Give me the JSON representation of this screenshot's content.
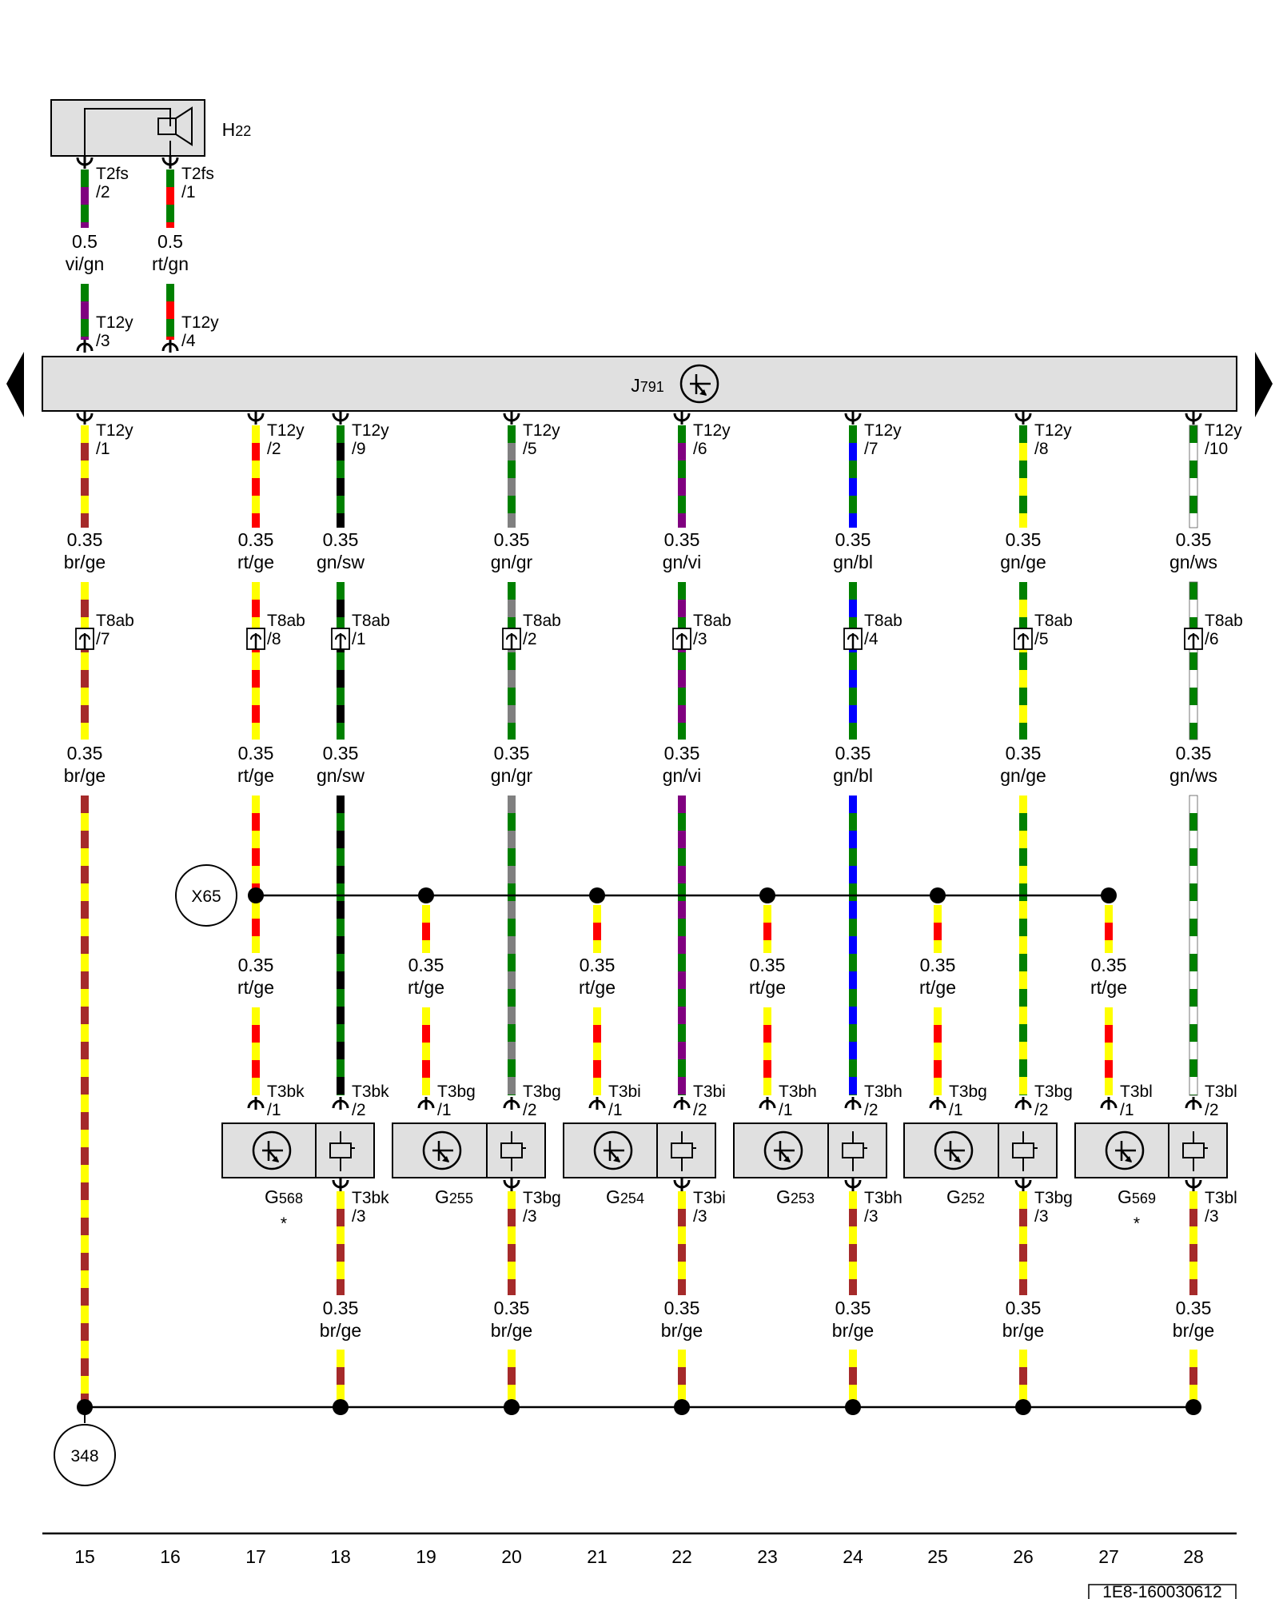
{
  "colors": {
    "br": "#a52a2a",
    "ge": "#ffff00",
    "rt": "#ff0000",
    "gn": "#008000",
    "sw": "#000000",
    "gr": "#808080",
    "vi": "#800080",
    "bl": "#0000ff",
    "ws": "#ffffff",
    "box": "#e0e0e0"
  },
  "column_numbers": [
    "15",
    "16",
    "17",
    "18",
    "19",
    "20",
    "21",
    "22",
    "23",
    "24",
    "25",
    "26",
    "27",
    "28"
  ],
  "top_component": {
    "letter": "H",
    "sub": "22"
  },
  "control_unit": {
    "letter": "J",
    "sub": "791"
  },
  "top_wires": [
    {
      "id": "w15top",
      "pin_a": "T2fs",
      "pin_a_num": "/2",
      "size": "0.5",
      "color_code": "vi/gn",
      "pin_b": "T12y",
      "pin_b_num": "/3"
    },
    {
      "id": "w16top",
      "pin_a": "T2fs",
      "pin_a_num": "/1",
      "size": "0.5",
      "color_code": "rt/gn",
      "pin_b": "T12y",
      "pin_b_num": "/4"
    }
  ],
  "mid_wires": [
    {
      "pin": "T12y",
      "pin_num": "/1",
      "size_a": "0.35",
      "color_a": "br/ge",
      "conn": "T8ab",
      "conn_num": "/7",
      "size_b": "0.35",
      "color_b": "br/ge"
    },
    {
      "pin": "T12y",
      "pin_num": "/2",
      "size_a": "0.35",
      "color_a": "rt/ge",
      "conn": "T8ab",
      "conn_num": "/8",
      "size_b": "0.35",
      "color_b": "rt/ge"
    },
    {
      "pin": "T12y",
      "pin_num": "/9",
      "size_a": "0.35",
      "color_a": "gn/sw",
      "conn": "T8ab",
      "conn_num": "/1",
      "size_b": "0.35",
      "color_b": "gn/sw"
    },
    {
      "pin": "T12y",
      "pin_num": "/5",
      "size_a": "0.35",
      "color_a": "gn/gr",
      "conn": "T8ab",
      "conn_num": "/2",
      "size_b": "0.35",
      "color_b": "gn/gr"
    },
    {
      "pin": "T12y",
      "pin_num": "/6",
      "size_a": "0.35",
      "color_a": "gn/vi",
      "conn": "T8ab",
      "conn_num": "/3",
      "size_b": "0.35",
      "color_b": "gn/vi"
    },
    {
      "pin": "T12y",
      "pin_num": "/7",
      "size_a": "0.35",
      "color_a": "gn/bl",
      "conn": "T8ab",
      "conn_num": "/4",
      "size_b": "0.35",
      "color_b": "gn/bl"
    },
    {
      "pin": "T12y",
      "pin_num": "/8",
      "size_a": "0.35",
      "color_a": "gn/ge",
      "conn": "T8ab",
      "conn_num": "/5",
      "size_b": "0.35",
      "color_b": "gn/ge"
    },
    {
      "pin": "T12y",
      "pin_num": "/10",
      "size_a": "0.35",
      "color_a": "gn/ws",
      "conn": "T8ab",
      "conn_num": "/6",
      "size_b": "0.35",
      "color_b": "gn/ws"
    }
  ],
  "junction_x65": "X65",
  "branch_wires": [
    {
      "size": "0.35",
      "color_code": "rt/ge"
    },
    {
      "size": "0.35",
      "color_code": "rt/ge"
    },
    {
      "size": "0.35",
      "color_code": "rt/ge"
    },
    {
      "size": "0.35",
      "color_code": "rt/ge"
    },
    {
      "size": "0.35",
      "color_code": "rt/ge"
    },
    {
      "size": "0.35",
      "color_code": "rt/ge"
    }
  ],
  "sensors": [
    {
      "letter": "G",
      "sub": "568",
      "star": "*",
      "pin1": "T3bk",
      "pin1_num": "/1",
      "pin2": "T3bk",
      "pin2_num": "/2",
      "pin3": "T3bk",
      "pin3_num": "/3"
    },
    {
      "letter": "G",
      "sub": "255",
      "star": "",
      "pin1": "T3bg",
      "pin1_num": "/1",
      "pin2": "T3bg",
      "pin2_num": "/2",
      "pin3": "T3bg",
      "pin3_num": "/3"
    },
    {
      "letter": "G",
      "sub": "254",
      "star": "",
      "pin1": "T3bi",
      "pin1_num": "/1",
      "pin2": "T3bi",
      "pin2_num": "/2",
      "pin3": "T3bi",
      "pin3_num": "/3"
    },
    {
      "letter": "G",
      "sub": "253",
      "star": "",
      "pin1": "T3bh",
      "pin1_num": "/1",
      "pin2": "T3bh",
      "pin2_num": "/2",
      "pin3": "T3bh",
      "pin3_num": "/3"
    },
    {
      "letter": "G",
      "sub": "252",
      "star": "",
      "pin1": "T3bg",
      "pin1_num": "/1",
      "pin2": "T3bg",
      "pin2_num": "/2",
      "pin3": "T3bg",
      "pin3_num": "/3"
    },
    {
      "letter": "G",
      "sub": "569",
      "star": "*",
      "pin1": "T3bl",
      "pin1_num": "/1",
      "pin2": "T3bl",
      "pin2_num": "/2",
      "pin3": "T3bl",
      "pin3_num": "/3"
    }
  ],
  "ground_wires": [
    {
      "size": "0.35",
      "color_code": "br/ge"
    },
    {
      "size": "0.35",
      "color_code": "br/ge"
    },
    {
      "size": "0.35",
      "color_code": "br/ge"
    },
    {
      "size": "0.35",
      "color_code": "br/ge"
    },
    {
      "size": "0.35",
      "color_code": "br/ge"
    },
    {
      "size": "0.35",
      "color_code": "br/ge"
    }
  ],
  "ground_point": "348",
  "doc_code": "1E8-160030612"
}
